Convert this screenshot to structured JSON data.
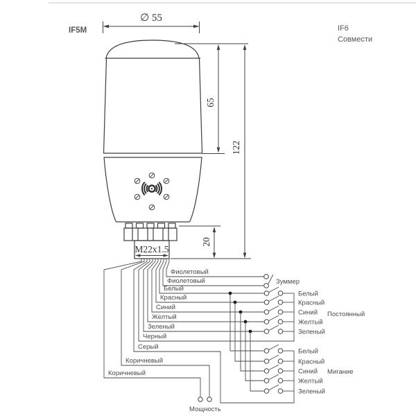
{
  "page": {
    "top_left_model": "IF5M",
    "top_right_model": "IF6",
    "top_right_note": "Совмести",
    "diameter_label": "∅ 55"
  },
  "dims": {
    "lens_height": "65",
    "total_height": "122",
    "thread_length": "20",
    "thread_spec": "M22x1.5"
  },
  "wire_labels": [
    "Фиолетовый",
    "Фиолетовый",
    "Белый",
    "Красный",
    "Синий",
    "Желтый",
    "Зеленый",
    "Черный",
    "Серый",
    "Коричневый",
    "Коричневый"
  ],
  "right": {
    "buzzer_label": "Зуммер",
    "steady_group_label": "Постоянный",
    "blink_group_label": "Мигание",
    "steady_channels": [
      "Белый",
      "Красный",
      "Синий",
      "Желтый",
      "Зеленый"
    ],
    "blink_channels": [
      "Белый",
      "Красный",
      "Синий",
      "Желтый",
      "Зеленый"
    ],
    "power_label": "Мощность"
  },
  "colors": {
    "line": "#404040",
    "text": "#4a4a4a"
  }
}
